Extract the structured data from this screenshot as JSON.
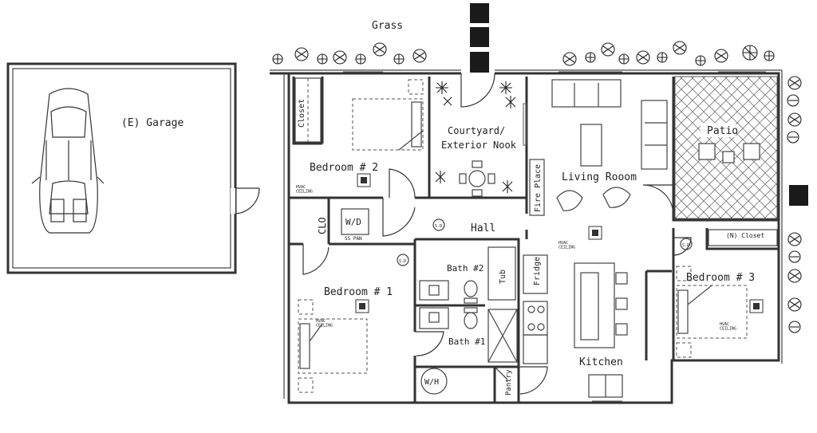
{
  "labels": {
    "grass": "Grass",
    "garage": "(E) Garage",
    "closet_vertical": "Closet",
    "bedroom2": "Bedroom # 2",
    "hvac_ceiling": "HVAC\nCEILING",
    "courtyard_line1": "Courtyard/",
    "courtyard_line2": "Exterior Nook",
    "fire_place": "Fire Place",
    "living_room": "Living Rooom",
    "patio": "Patio",
    "clo": "CLO",
    "wd": "W/D",
    "ss_pan": "SS PAN",
    "hall": "Hall",
    "n_closet": "(N) Closet",
    "smoke": "S.D",
    "bath2": "Bath #2",
    "tub": "Tub",
    "fridge": "Fridge",
    "bedroom1": "Bedroom # 1",
    "bedroom3": "Bedroom # 3",
    "bath1": "Bath #1",
    "kitchen": "Kitchen",
    "pantry": "Pantry",
    "wh": "W/H"
  },
  "colors": {
    "wall": "#333333",
    "background": "#ffffff",
    "step": "#1a1a1a"
  },
  "icons": [
    "car-icon",
    "shrub-icon",
    "door-swing-icon",
    "bed-icon",
    "sofa-icon",
    "chair-icon",
    "table-icon",
    "toilet-icon",
    "sink-icon",
    "stove-icon",
    "vent-icon"
  ]
}
